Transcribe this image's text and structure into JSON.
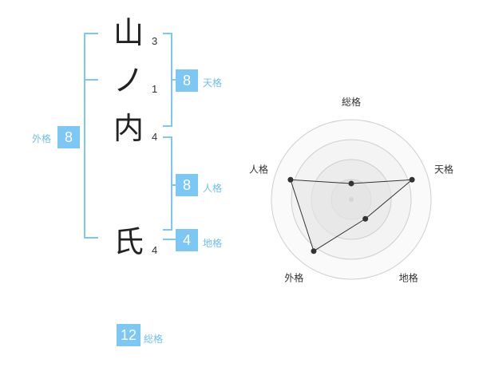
{
  "name": {
    "chars": [
      {
        "char": "山",
        "strokes": "3"
      },
      {
        "char": "ノ",
        "strokes": "1"
      },
      {
        "char": "内",
        "strokes": "4"
      },
      {
        "char": "氏",
        "strokes": "4"
      }
    ]
  },
  "fortune": {
    "tenkaku": {
      "value": "8",
      "label": "天格"
    },
    "jinkaku": {
      "value": "8",
      "label": "人格"
    },
    "chikaku": {
      "value": "4",
      "label": "地格"
    },
    "gaikaku": {
      "value": "8",
      "label": "外格"
    },
    "soukaku": {
      "value": "12",
      "label": "総格"
    }
  },
  "chart_data": {
    "type": "radar",
    "axes": [
      "総格",
      "天格",
      "地格",
      "外格",
      "人格"
    ],
    "values": [
      1,
      4,
      1.5,
      4,
      4
    ],
    "rmax": 5,
    "rings": 4,
    "fill": "#eeeeee",
    "line_color": "#333333"
  },
  "colors": {
    "accent": "#7cc7f4",
    "label": "#6fbfed"
  }
}
